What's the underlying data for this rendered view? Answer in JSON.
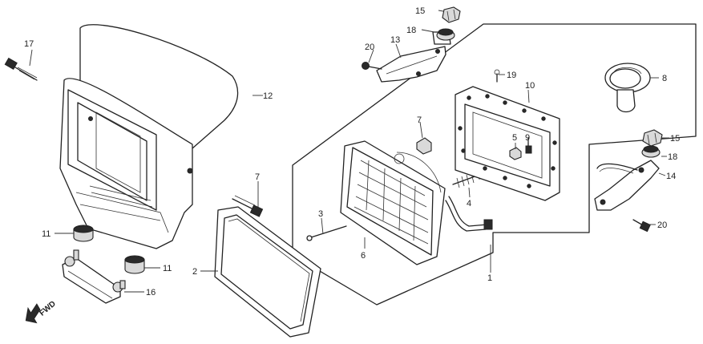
{
  "figure": {
    "fwd_label": "FWD",
    "callouts": [
      {
        "id": "c15a",
        "text": "15"
      },
      {
        "id": "c18a",
        "text": "18"
      },
      {
        "id": "c13",
        "text": "13"
      },
      {
        "id": "c20a",
        "text": "20"
      },
      {
        "id": "c19",
        "text": "19"
      },
      {
        "id": "c10",
        "text": "10"
      },
      {
        "id": "c8",
        "text": "8"
      },
      {
        "id": "c17",
        "text": "17"
      },
      {
        "id": "c12",
        "text": "12"
      },
      {
        "id": "c7a",
        "text": "7"
      },
      {
        "id": "c5",
        "text": "5"
      },
      {
        "id": "c9",
        "text": "9"
      },
      {
        "id": "c15b",
        "text": "15"
      },
      {
        "id": "c18b",
        "text": "18"
      },
      {
        "id": "c14",
        "text": "14"
      },
      {
        "id": "c7b",
        "text": "7"
      },
      {
        "id": "c4",
        "text": "4"
      },
      {
        "id": "c3",
        "text": "3"
      },
      {
        "id": "c6",
        "text": "6"
      },
      {
        "id": "c11a",
        "text": "11"
      },
      {
        "id": "c11b",
        "text": "11"
      },
      {
        "id": "c2",
        "text": "2"
      },
      {
        "id": "c1",
        "text": "1"
      },
      {
        "id": "c16",
        "text": "16"
      },
      {
        "id": "c20b",
        "text": "20"
      }
    ]
  }
}
